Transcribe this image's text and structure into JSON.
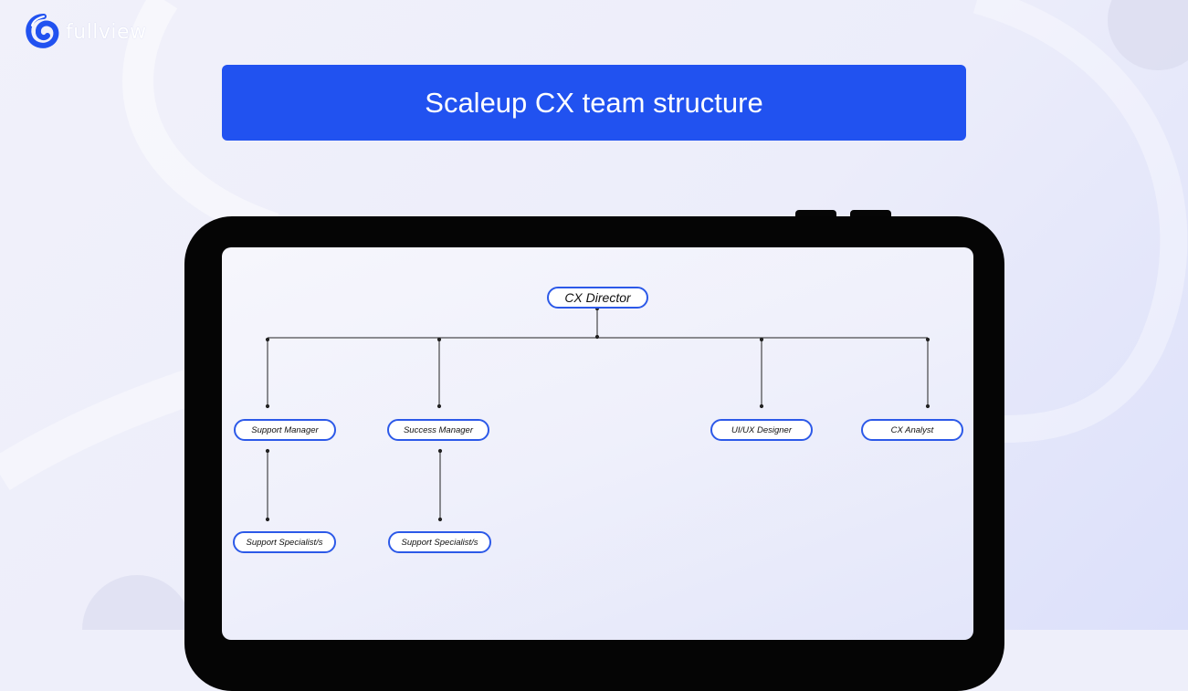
{
  "brand": {
    "name": "fullview",
    "logo_icon": "fullview-logo-icon"
  },
  "title": "Scaleup CX team structure",
  "colors": {
    "accent": "#2152F0",
    "node_border": "#2C59E8",
    "device": "#050505"
  },
  "org_chart": {
    "root": "CX Director",
    "managers": {
      "support_manager": "Support Manager",
      "success_manager": "Success Manager",
      "ui_ux_designer": "UI/UX Designer",
      "cx_analyst": "CX Analyst"
    },
    "reports": {
      "support_specialists_1": "Support Specialist/s",
      "support_specialists_2": "Support Specialist/s"
    }
  }
}
